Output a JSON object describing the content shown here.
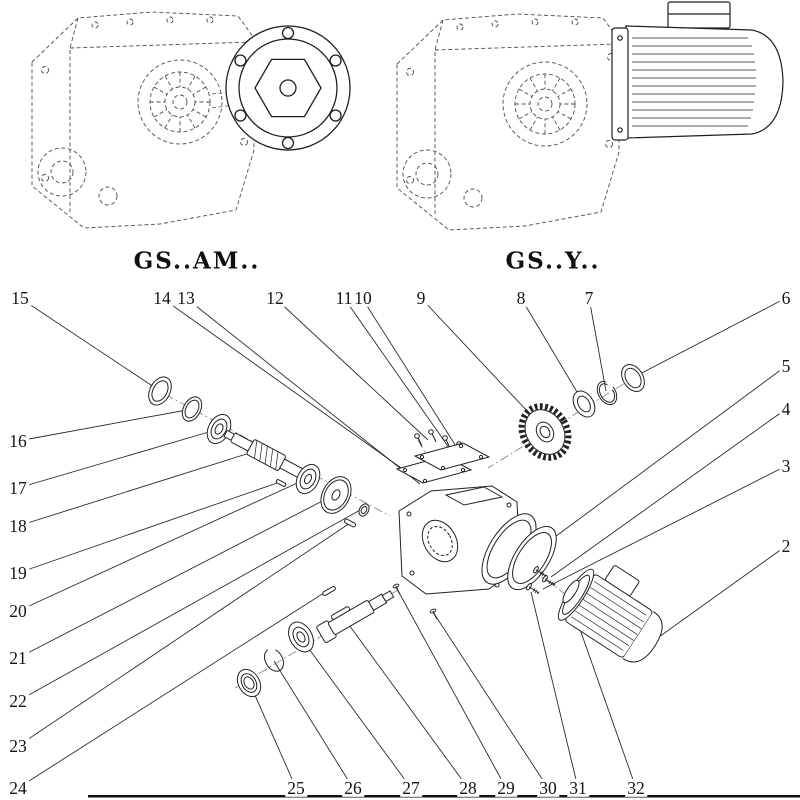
{
  "variants": {
    "left_label": "GS..AM..",
    "right_label": "GS..Y.."
  },
  "callouts": {
    "2": "2",
    "3": "3",
    "4": "4",
    "5": "5",
    "6": "6",
    "7": "7",
    "8": "8",
    "9": "9",
    "10": "10",
    "11": "11",
    "12": "12",
    "13": "13",
    "14": "14",
    "15": "15",
    "16": "16",
    "17": "17",
    "18": "18",
    "19": "19",
    "20": "20",
    "21": "21",
    "22": "22",
    "23": "23",
    "24": "24",
    "25": "25",
    "26": "26",
    "27": "27",
    "28": "28",
    "29": "29",
    "30": "30",
    "31": "31",
    "32": "32"
  },
  "colors": {
    "line": "#222222",
    "dashed_line": "#4d4d4d",
    "background": "#ffffff"
  }
}
